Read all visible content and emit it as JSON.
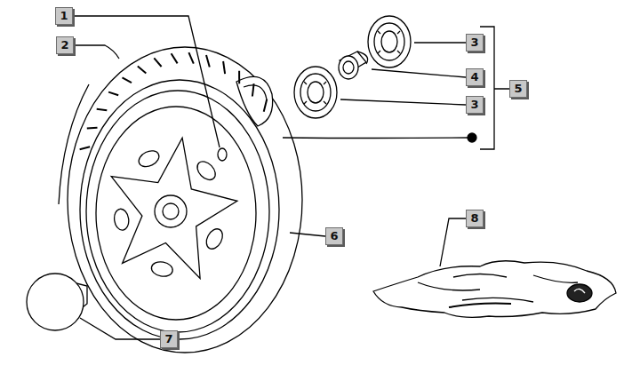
{
  "diagram": {
    "labels": [
      "1",
      "2",
      "3",
      "4",
      "3",
      "5",
      "6",
      "7",
      "8"
    ]
  }
}
